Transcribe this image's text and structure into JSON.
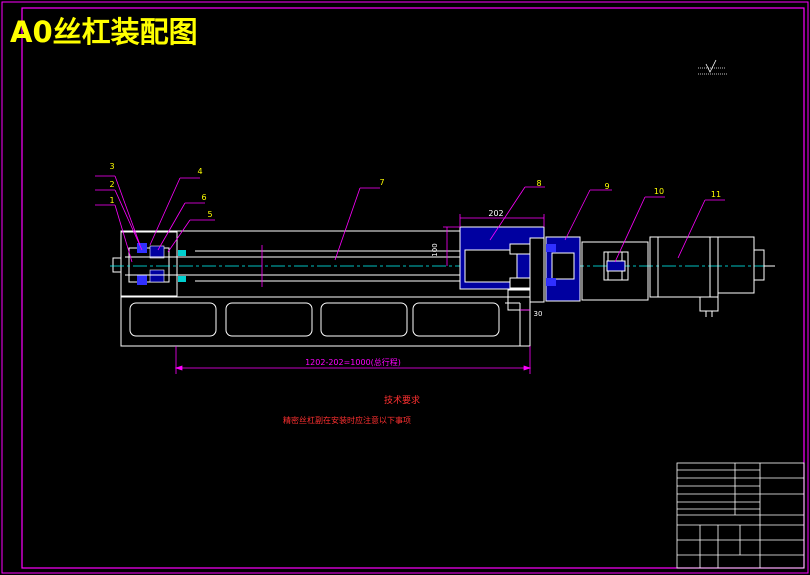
{
  "title": "A0丝杠装配图",
  "tech_requirements": {
    "heading": "技术要求",
    "lead": "精密丝杠副在安装时应注意以下事项"
  },
  "dimensions": {
    "stroke": "1202-202=1000(总行程)",
    "d_202": "202",
    "d_100": "100",
    "d_30": "30"
  },
  "balloons": [
    "1",
    "2",
    "3",
    "4",
    "5",
    "6",
    "7",
    "8",
    "9",
    "10",
    "11"
  ],
  "colors": {
    "background": "#000000",
    "frame": "#ff00ff",
    "outline": "#ffffff",
    "title": "#ffff00",
    "dimension": "#ff00ff",
    "leader": "#ff00ff",
    "centerline": "#00ffff",
    "hatch": "#3030ff",
    "balloon_text": "#ffff00",
    "notes": "#ff3030",
    "cut_body": "#0000a0"
  }
}
